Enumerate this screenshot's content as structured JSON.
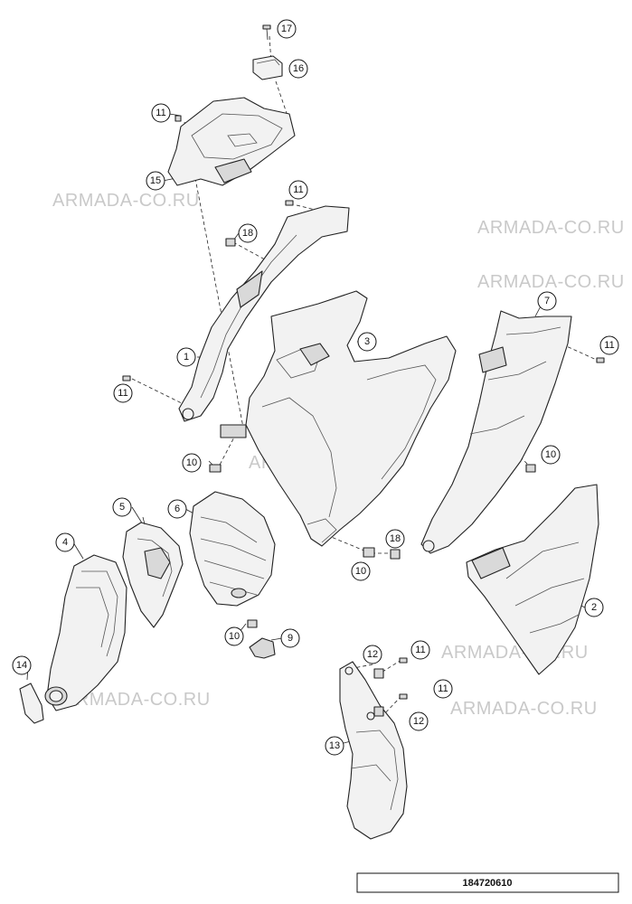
{
  "watermark": {
    "text": "ARMADA-CO.RU",
    "color": "#c9c9c9"
  },
  "drawing_id": "184720610",
  "callouts": [
    {
      "id": "c17",
      "label": "17"
    },
    {
      "id": "c16",
      "label": "16"
    },
    {
      "id": "c11a",
      "label": "11"
    },
    {
      "id": "c15",
      "label": "15"
    },
    {
      "id": "c11b",
      "label": "11"
    },
    {
      "id": "c18a",
      "label": "18"
    },
    {
      "id": "c7",
      "label": "7"
    },
    {
      "id": "c11c",
      "label": "11"
    },
    {
      "id": "c1",
      "label": "1"
    },
    {
      "id": "c3",
      "label": "3"
    },
    {
      "id": "c11d",
      "label": "11"
    },
    {
      "id": "c10a",
      "label": "10"
    },
    {
      "id": "c10b",
      "label": "10"
    },
    {
      "id": "c5",
      "label": "5"
    },
    {
      "id": "c6",
      "label": "6"
    },
    {
      "id": "c4",
      "label": "4"
    },
    {
      "id": "c18b",
      "label": "18"
    },
    {
      "id": "c10c",
      "label": "10"
    },
    {
      "id": "c2",
      "label": "2"
    },
    {
      "id": "c10d",
      "label": "10"
    },
    {
      "id": "c9",
      "label": "9"
    },
    {
      "id": "c12a",
      "label": "12"
    },
    {
      "id": "c11e",
      "label": "11"
    },
    {
      "id": "c14",
      "label": "14"
    },
    {
      "id": "c11f",
      "label": "11"
    },
    {
      "id": "c12b",
      "label": "12"
    },
    {
      "id": "c13",
      "label": "13"
    }
  ]
}
